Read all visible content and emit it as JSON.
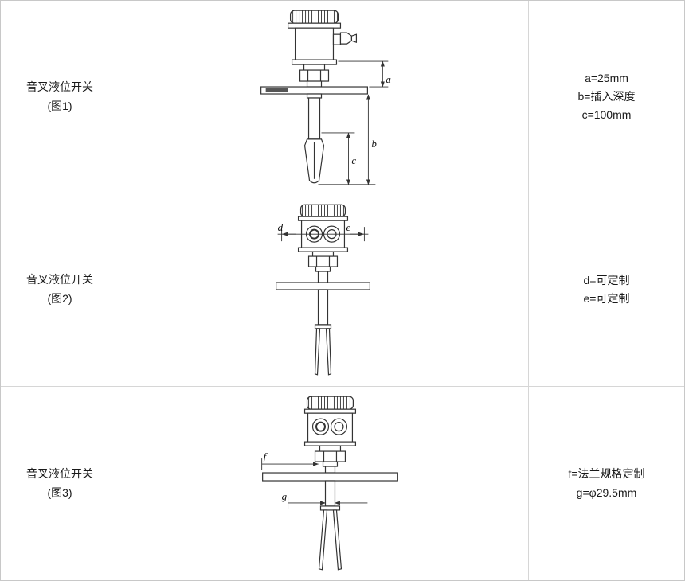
{
  "colors": {
    "outer_border": "#c8c8c8",
    "grid_border": "#d6d6d6",
    "drawing_line": "#333333"
  },
  "rows": [
    {
      "title": "音叉液位开关",
      "subtitle": "(图1)",
      "dims": [
        "a",
        "b",
        "c"
      ],
      "specs": [
        "a=25mm",
        "b=插入深度",
        "c=100mm"
      ]
    },
    {
      "title": "音叉液位开关",
      "subtitle": "(图2)",
      "dims": [
        "d",
        "e"
      ],
      "specs": [
        "d=可定制",
        "e=可定制"
      ]
    },
    {
      "title": "音叉液位开关",
      "subtitle": "(图3)",
      "dims": [
        "f",
        "g"
      ],
      "specs": [
        "f=法兰规格定制",
        "g=φ29.5mm"
      ]
    }
  ]
}
